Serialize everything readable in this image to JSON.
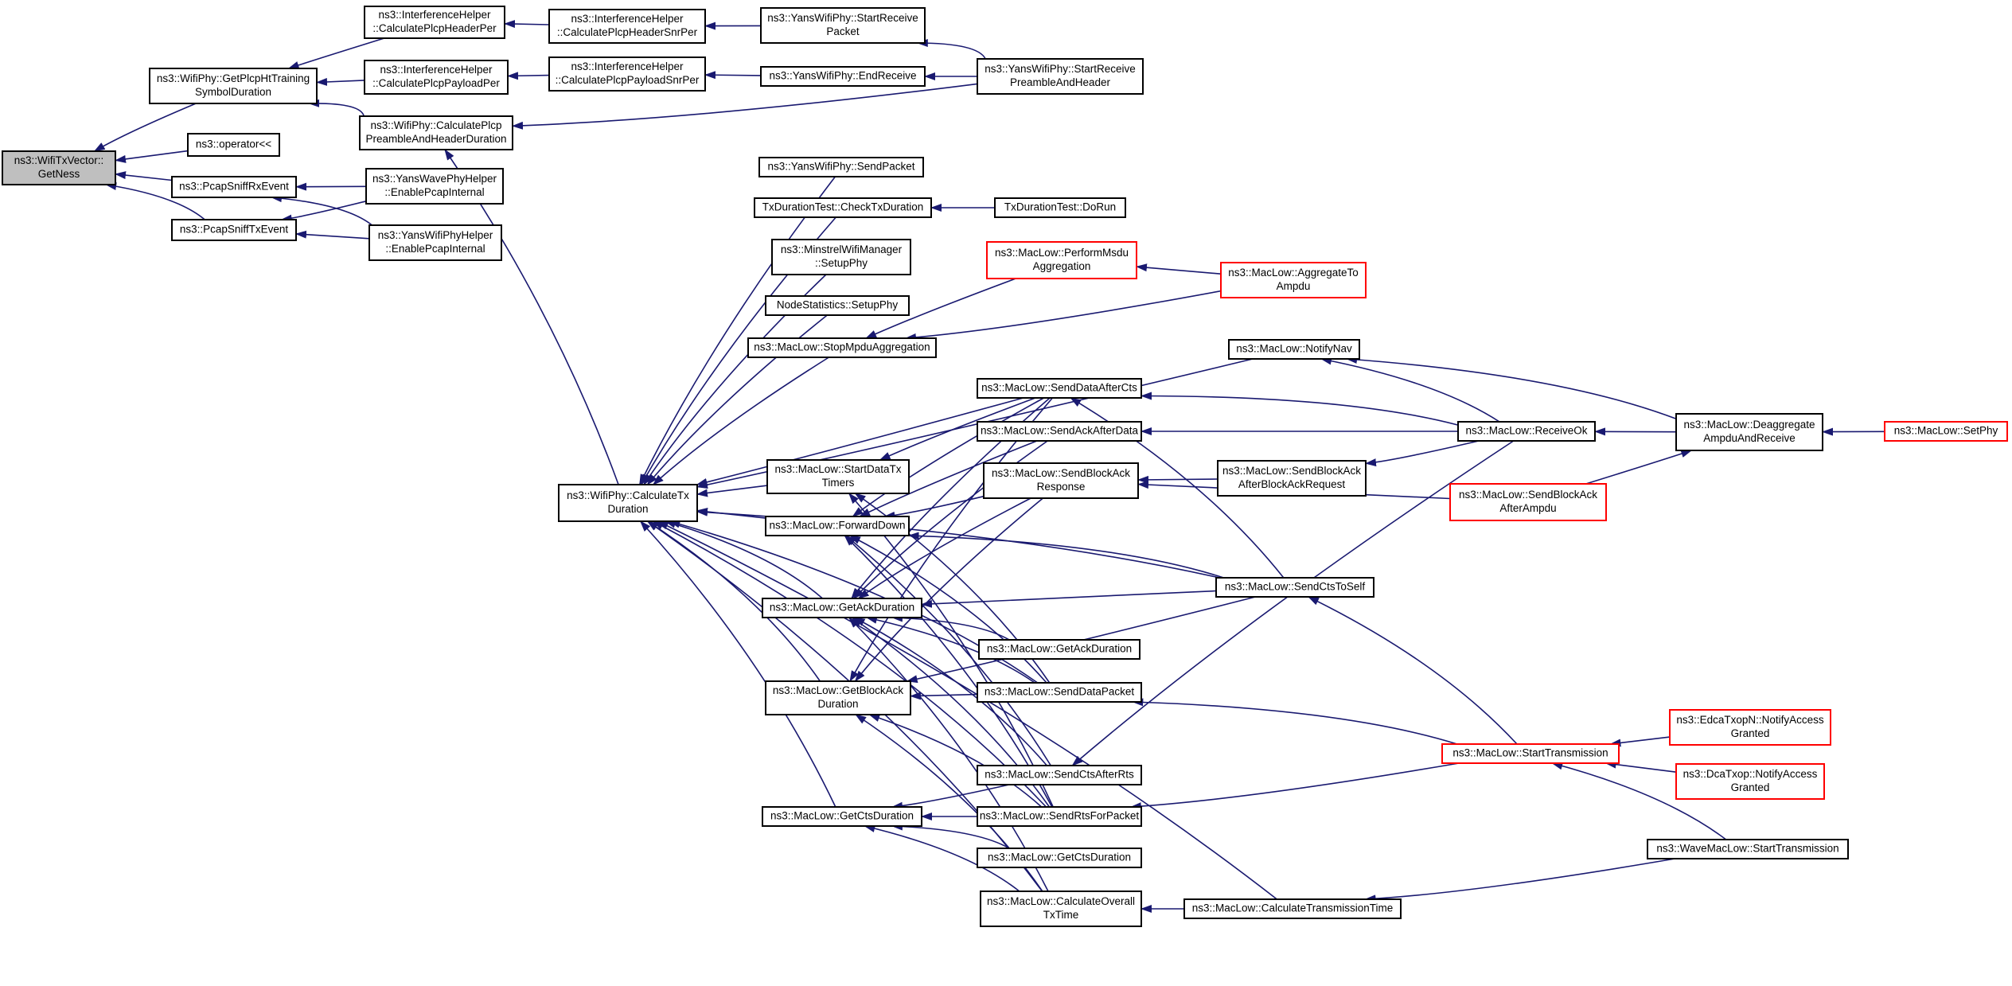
{
  "colors": {
    "edge": "#191970",
    "root_fill": "#bfbfbf",
    "node_border": "#000000",
    "truncated_border": "#ff0000"
  },
  "nodes": [
    {
      "id": "getness",
      "lines": [
        "ns3::WifiTxVector::",
        "GetNess"
      ],
      "style": "root"
    },
    {
      "id": "getplcphttraining",
      "lines": [
        "ns3::WifiPhy::GetPlcpHtTraining",
        "SymbolDuration"
      ]
    },
    {
      "id": "operator",
      "lines": [
        "ns3::operator<<"
      ]
    },
    {
      "id": "pcapsniffrx",
      "lines": [
        "ns3::PcapSniffRxEvent"
      ]
    },
    {
      "id": "pcapsnifftx",
      "lines": [
        "ns3::PcapSniffTxEvent"
      ]
    },
    {
      "id": "ih_headerper",
      "lines": [
        "ns3::InterferenceHelper",
        "::CalculatePlcpHeaderPer"
      ]
    },
    {
      "id": "ih_payloadper",
      "lines": [
        "ns3::InterferenceHelper",
        "::CalculatePlcpPayloadPer"
      ]
    },
    {
      "id": "wp_preambleheader",
      "lines": [
        "ns3::WifiPhy::CalculatePlcp",
        "PreambleAndHeaderDuration"
      ]
    },
    {
      "id": "yanswave_pcap",
      "lines": [
        "ns3::YansWavePhyHelper",
        "::EnablePcapInternal"
      ]
    },
    {
      "id": "yanswifi_pcap",
      "lines": [
        "ns3::YansWifiPhyHelper",
        "::EnablePcapInternal"
      ]
    },
    {
      "id": "ih_headersnrper",
      "lines": [
        "ns3::InterferenceHelper",
        "::CalculatePlcpHeaderSnrPer"
      ]
    },
    {
      "id": "ih_payloadsnrper",
      "lines": [
        "ns3::InterferenceHelper",
        "::CalculatePlcpPayloadSnrPer"
      ]
    },
    {
      "id": "yans_startreceivepacket",
      "lines": [
        "ns3::YansWifiPhy::StartReceive",
        "Packet"
      ]
    },
    {
      "id": "yans_endreceive",
      "lines": [
        "ns3::YansWifiPhy::EndReceive"
      ]
    },
    {
      "id": "yans_startreceivepreamble",
      "lines": [
        "ns3::YansWifiPhy::StartReceive",
        "PreambleAndHeader"
      ]
    },
    {
      "id": "wp_calctxduration",
      "lines": [
        "ns3::WifiPhy::CalculateTx",
        "Duration"
      ]
    },
    {
      "id": "yans_sendpacket",
      "lines": [
        "ns3::YansWifiPhy::SendPacket"
      ]
    },
    {
      "id": "txdur_check",
      "lines": [
        "TxDurationTest::CheckTxDuration"
      ]
    },
    {
      "id": "txdur_dorun",
      "lines": [
        "TxDurationTest::DoRun"
      ]
    },
    {
      "id": "minstrel_setupphy",
      "lines": [
        "ns3::MinstrelWifiManager",
        "::SetupPhy"
      ]
    },
    {
      "id": "nodestats_setupphy",
      "lines": [
        "NodeStatistics::SetupPhy"
      ]
    },
    {
      "id": "stopmpdu",
      "lines": [
        "ns3::MacLow::StopMpduAggregation"
      ]
    },
    {
      "id": "performmsdu",
      "lines": [
        "ns3::MacLow::PerformMsdu",
        "Aggregation"
      ],
      "style": "red"
    },
    {
      "id": "aggregatetoampdu",
      "lines": [
        "ns3::MacLow::AggregateTo",
        "Ampdu"
      ],
      "style": "red"
    },
    {
      "id": "notifynav",
      "lines": [
        "ns3::MacLow::NotifyNav"
      ]
    },
    {
      "id": "senddataaftercts",
      "lines": [
        "ns3::MacLow::SendDataAfterCts"
      ]
    },
    {
      "id": "sendackafterdata",
      "lines": [
        "ns3::MacLow::SendAckAfterData"
      ]
    },
    {
      "id": "startdatatxtimers",
      "lines": [
        "ns3::MacLow::StartDataTx",
        "Timers"
      ]
    },
    {
      "id": "sendblockackresponse",
      "lines": [
        "ns3::MacLow::SendBlockAck",
        "Response"
      ]
    },
    {
      "id": "sendblockackafterreq",
      "lines": [
        "ns3::MacLow::SendBlockAck",
        "AfterBlockAckRequest"
      ]
    },
    {
      "id": "receiveok",
      "lines": [
        "ns3::MacLow::ReceiveOk"
      ]
    },
    {
      "id": "deaggregate",
      "lines": [
        "ns3::MacLow::Deaggregate",
        "AmpduAndReceive"
      ]
    },
    {
      "id": "setphy",
      "lines": [
        "ns3::MacLow::SetPhy"
      ],
      "style": "red"
    },
    {
      "id": "sendblockackafterampdu",
      "lines": [
        "ns3::MacLow::SendBlockAck",
        "AfterAmpdu"
      ],
      "style": "red"
    },
    {
      "id": "forwarddown",
      "lines": [
        "ns3::MacLow::ForwardDown"
      ]
    },
    {
      "id": "sendctstoself",
      "lines": [
        "ns3::MacLow::SendCtsToSelf"
      ]
    },
    {
      "id": "getackduration_a",
      "lines": [
        "ns3::MacLow::GetAckDuration"
      ]
    },
    {
      "id": "getackduration_b",
      "lines": [
        "ns3::MacLow::GetAckDuration"
      ]
    },
    {
      "id": "getblockackduration",
      "lines": [
        "ns3::MacLow::GetBlockAck",
        "Duration"
      ]
    },
    {
      "id": "senddatapacket",
      "lines": [
        "ns3::MacLow::SendDataPacket"
      ]
    },
    {
      "id": "starttransmission",
      "lines": [
        "ns3::MacLow::StartTransmission"
      ],
      "style": "red"
    },
    {
      "id": "edca_notify",
      "lines": [
        "ns3::EdcaTxopN::NotifyAccess",
        "Granted"
      ],
      "style": "red"
    },
    {
      "id": "dca_notify",
      "lines": [
        "ns3::DcaTxop::NotifyAccess",
        "Granted"
      ],
      "style": "red"
    },
    {
      "id": "sendctsafterrts",
      "lines": [
        "ns3::MacLow::SendCtsAfterRts"
      ]
    },
    {
      "id": "getctsduration_a",
      "lines": [
        "ns3::MacLow::GetCtsDuration"
      ]
    },
    {
      "id": "sendrtsforpacket",
      "lines": [
        "ns3::MacLow::SendRtsForPacket"
      ]
    },
    {
      "id": "getctsduration_b",
      "lines": [
        "ns3::MacLow::GetCtsDuration"
      ]
    },
    {
      "id": "wavemac_start",
      "lines": [
        "ns3::WaveMacLow::StartTransmission"
      ]
    },
    {
      "id": "calcoveralltxtime",
      "lines": [
        "ns3::MacLow::CalculateOverall",
        "TxTime"
      ]
    },
    {
      "id": "calctransmissiontime",
      "lines": [
        "ns3::MacLow::CalculateTransmissionTime"
      ]
    }
  ],
  "edges": [
    [
      "getplcphttraining",
      "getness"
    ],
    [
      "operator",
      "getness"
    ],
    [
      "pcapsniffrx",
      "getness"
    ],
    [
      "pcapsnifftx",
      "getness"
    ],
    [
      "ih_headerper",
      "getplcphttraining"
    ],
    [
      "ih_payloadper",
      "getplcphttraining"
    ],
    [
      "wp_preambleheader",
      "getplcphttraining"
    ],
    [
      "yanswave_pcap",
      "pcapsniffrx"
    ],
    [
      "yanswifi_pcap",
      "pcapsniffrx"
    ],
    [
      "yanswave_pcap",
      "pcapsnifftx"
    ],
    [
      "yanswifi_pcap",
      "pcapsnifftx"
    ],
    [
      "ih_headersnrper",
      "ih_headerper"
    ],
    [
      "ih_payloadsnrper",
      "ih_payloadper"
    ],
    [
      "yans_startreceivepacket",
      "ih_headersnrper"
    ],
    [
      "yans_endreceive",
      "ih_payloadsnrper"
    ],
    [
      "yans_startreceivepreamble",
      "yans_startreceivepacket"
    ],
    [
      "yans_startreceivepreamble",
      "yans_endreceive"
    ],
    [
      "yans_startreceivepreamble",
      "wp_preambleheader"
    ],
    [
      "wp_calctxduration",
      "wp_preambleheader"
    ],
    [
      "yans_sendpacket",
      "wp_calctxduration"
    ],
    [
      "txdur_check",
      "wp_calctxduration"
    ],
    [
      "minstrel_setupphy",
      "wp_calctxduration"
    ],
    [
      "nodestats_setupphy",
      "wp_calctxduration"
    ],
    [
      "stopmpdu",
      "wp_calctxduration"
    ],
    [
      "notifynav",
      "wp_calctxduration"
    ],
    [
      "senddataaftercts",
      "wp_calctxduration"
    ],
    [
      "startdatatxtimers",
      "wp_calctxduration"
    ],
    [
      "forwarddown",
      "wp_calctxduration"
    ],
    [
      "getackduration_a",
      "wp_calctxduration"
    ],
    [
      "getblockackduration",
      "wp_calctxduration"
    ],
    [
      "getctsduration_a",
      "wp_calctxduration"
    ],
    [
      "senddatapacket",
      "wp_calctxduration"
    ],
    [
      "sendrtsforpacket",
      "wp_calctxduration"
    ],
    [
      "calcoveralltxtime",
      "wp_calctxduration"
    ],
    [
      "calctransmissiontime",
      "wp_calctxduration"
    ],
    [
      "sendctstoself",
      "wp_calctxduration"
    ],
    [
      "txdur_dorun",
      "txdur_check"
    ],
    [
      "performmsdu",
      "stopmpdu"
    ],
    [
      "aggregatetoampdu",
      "stopmpdu"
    ],
    [
      "aggregatetoampdu",
      "performmsdu"
    ],
    [
      "receiveok",
      "notifynav"
    ],
    [
      "deaggregate",
      "notifynav"
    ],
    [
      "receiveok",
      "senddataaftercts"
    ],
    [
      "sendctstoself",
      "senddataaftercts"
    ],
    [
      "receiveok",
      "sendackafterdata"
    ],
    [
      "senddataaftercts",
      "startdatatxtimers"
    ],
    [
      "senddatapacket",
      "startdatatxtimers"
    ],
    [
      "sendrtsforpacket",
      "startdatatxtimers"
    ],
    [
      "sendblockackafterreq",
      "sendblockackresponse"
    ],
    [
      "sendblockackafterampdu",
      "sendblockackresponse"
    ],
    [
      "receiveok",
      "sendblockackafterreq"
    ],
    [
      "deaggregate",
      "receiveok"
    ],
    [
      "setphy",
      "deaggregate"
    ],
    [
      "sendblockackafterampdu",
      "deaggregate"
    ],
    [
      "senddataaftercts",
      "forwarddown"
    ],
    [
      "sendackafterdata",
      "forwarddown"
    ],
    [
      "sendblockackresponse",
      "forwarddown"
    ],
    [
      "sendctstoself",
      "forwarddown"
    ],
    [
      "senddatapacket",
      "forwarddown"
    ],
    [
      "sendctsafterrts",
      "forwarddown"
    ],
    [
      "sendrtsforpacket",
      "forwarddown"
    ],
    [
      "starttransmission",
      "sendctstoself"
    ],
    [
      "senddataaftercts",
      "getackduration_a"
    ],
    [
      "sendackafterdata",
      "getackduration_a"
    ],
    [
      "sendblockackresponse",
      "getackduration_a"
    ],
    [
      "sendctstoself",
      "getackduration_a"
    ],
    [
      "getackduration_b",
      "getackduration_a"
    ],
    [
      "senddatapacket",
      "getackduration_a"
    ],
    [
      "sendctsafterrts",
      "getackduration_a"
    ],
    [
      "sendrtsforpacket",
      "getackduration_a"
    ],
    [
      "calcoveralltxtime",
      "getackduration_a"
    ],
    [
      "senddataaftercts",
      "getblockackduration"
    ],
    [
      "sendblockackresponse",
      "getblockackduration"
    ],
    [
      "senddatapacket",
      "getblockackduration"
    ],
    [
      "sendctstoself",
      "getblockackduration"
    ],
    [
      "sendrtsforpacket",
      "getblockackduration"
    ],
    [
      "calcoveralltxtime",
      "getblockackduration"
    ],
    [
      "starttransmission",
      "senddatapacket"
    ],
    [
      "edca_notify",
      "starttransmission"
    ],
    [
      "dca_notify",
      "starttransmission"
    ],
    [
      "wavemac_start",
      "starttransmission"
    ],
    [
      "receiveok",
      "sendctsafterrts"
    ],
    [
      "starttransmission",
      "sendrtsforpacket"
    ],
    [
      "sendctsafterrts",
      "getctsduration_a"
    ],
    [
      "sendrtsforpacket",
      "getctsduration_a"
    ],
    [
      "getctsduration_b",
      "getctsduration_a"
    ],
    [
      "calcoveralltxtime",
      "getctsduration_a"
    ],
    [
      "calctransmissiontime",
      "calcoveralltxtime"
    ],
    [
      "wavemac_start",
      "calctransmissiontime"
    ]
  ]
}
